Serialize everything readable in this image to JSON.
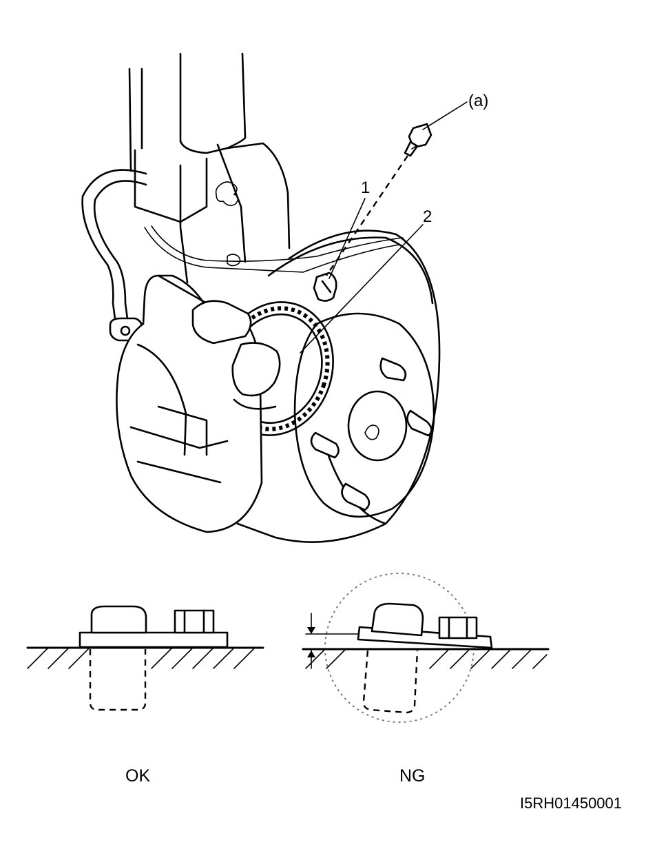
{
  "labels": {
    "bolt": "(a)",
    "sensor": "1",
    "ring": "2",
    "ok": "OK",
    "ng": "NG",
    "figure_id": "I5RH01450001"
  }
}
